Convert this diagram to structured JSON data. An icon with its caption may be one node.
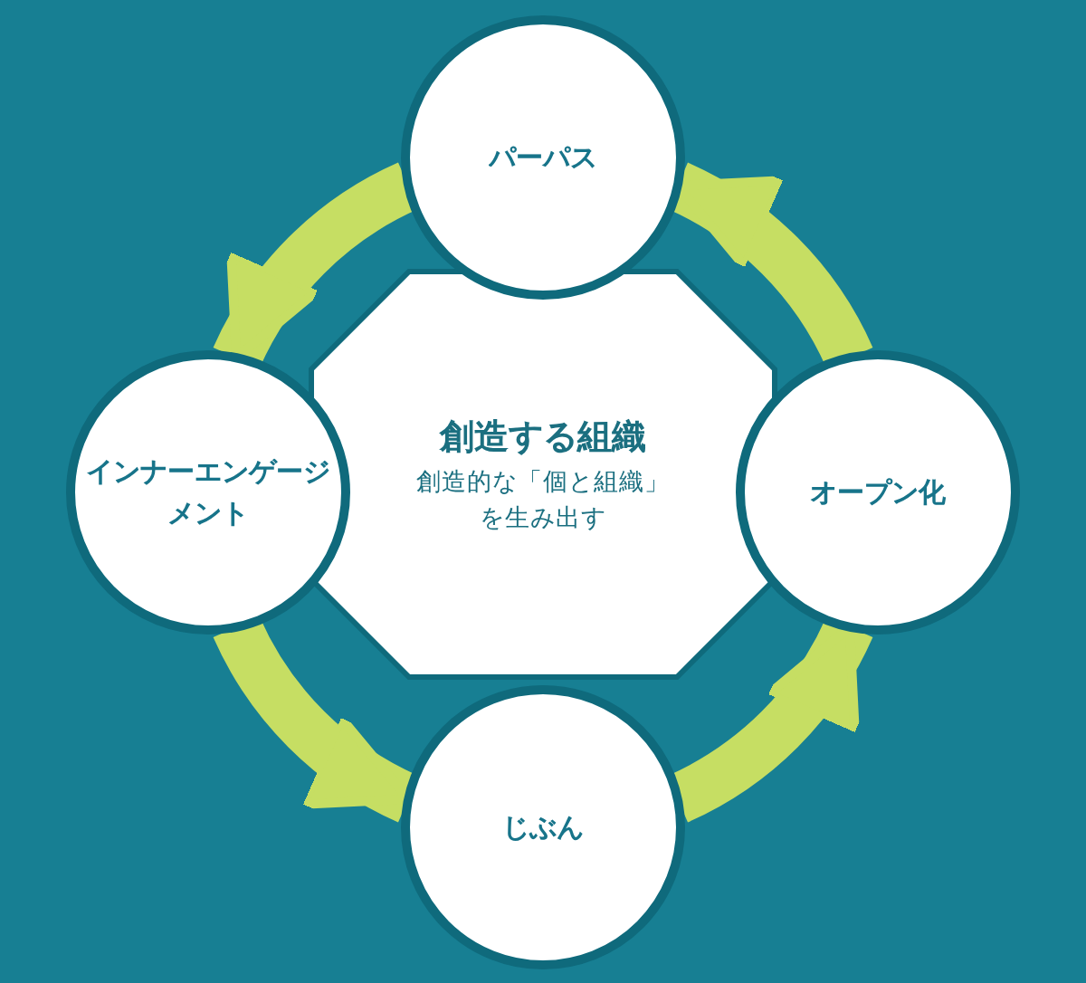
{
  "diagram": {
    "nodes": [
      {
        "text": [
          "パーパス"
        ]
      },
      {
        "text": [
          "インナーエンゲージメント"
        ]
      },
      {
        "text": [
          "創造する組織",
          "創造的な「個と組織」を生み出す"
        ]
      },
      {
        "text": [
          "オープン化"
        ]
      },
      {
        "text": [
          "じぶん"
        ]
      }
    ],
    "edges": [
      {
        "from": 4,
        "to": 3,
        "arrow": "to"
      },
      {
        "from": 3,
        "to": 0,
        "arrow": "to"
      },
      {
        "from": 0,
        "to": 1,
        "arrow": "to"
      },
      {
        "from": 1,
        "to": 4,
        "arrow": "to"
      }
    ]
  }
}
